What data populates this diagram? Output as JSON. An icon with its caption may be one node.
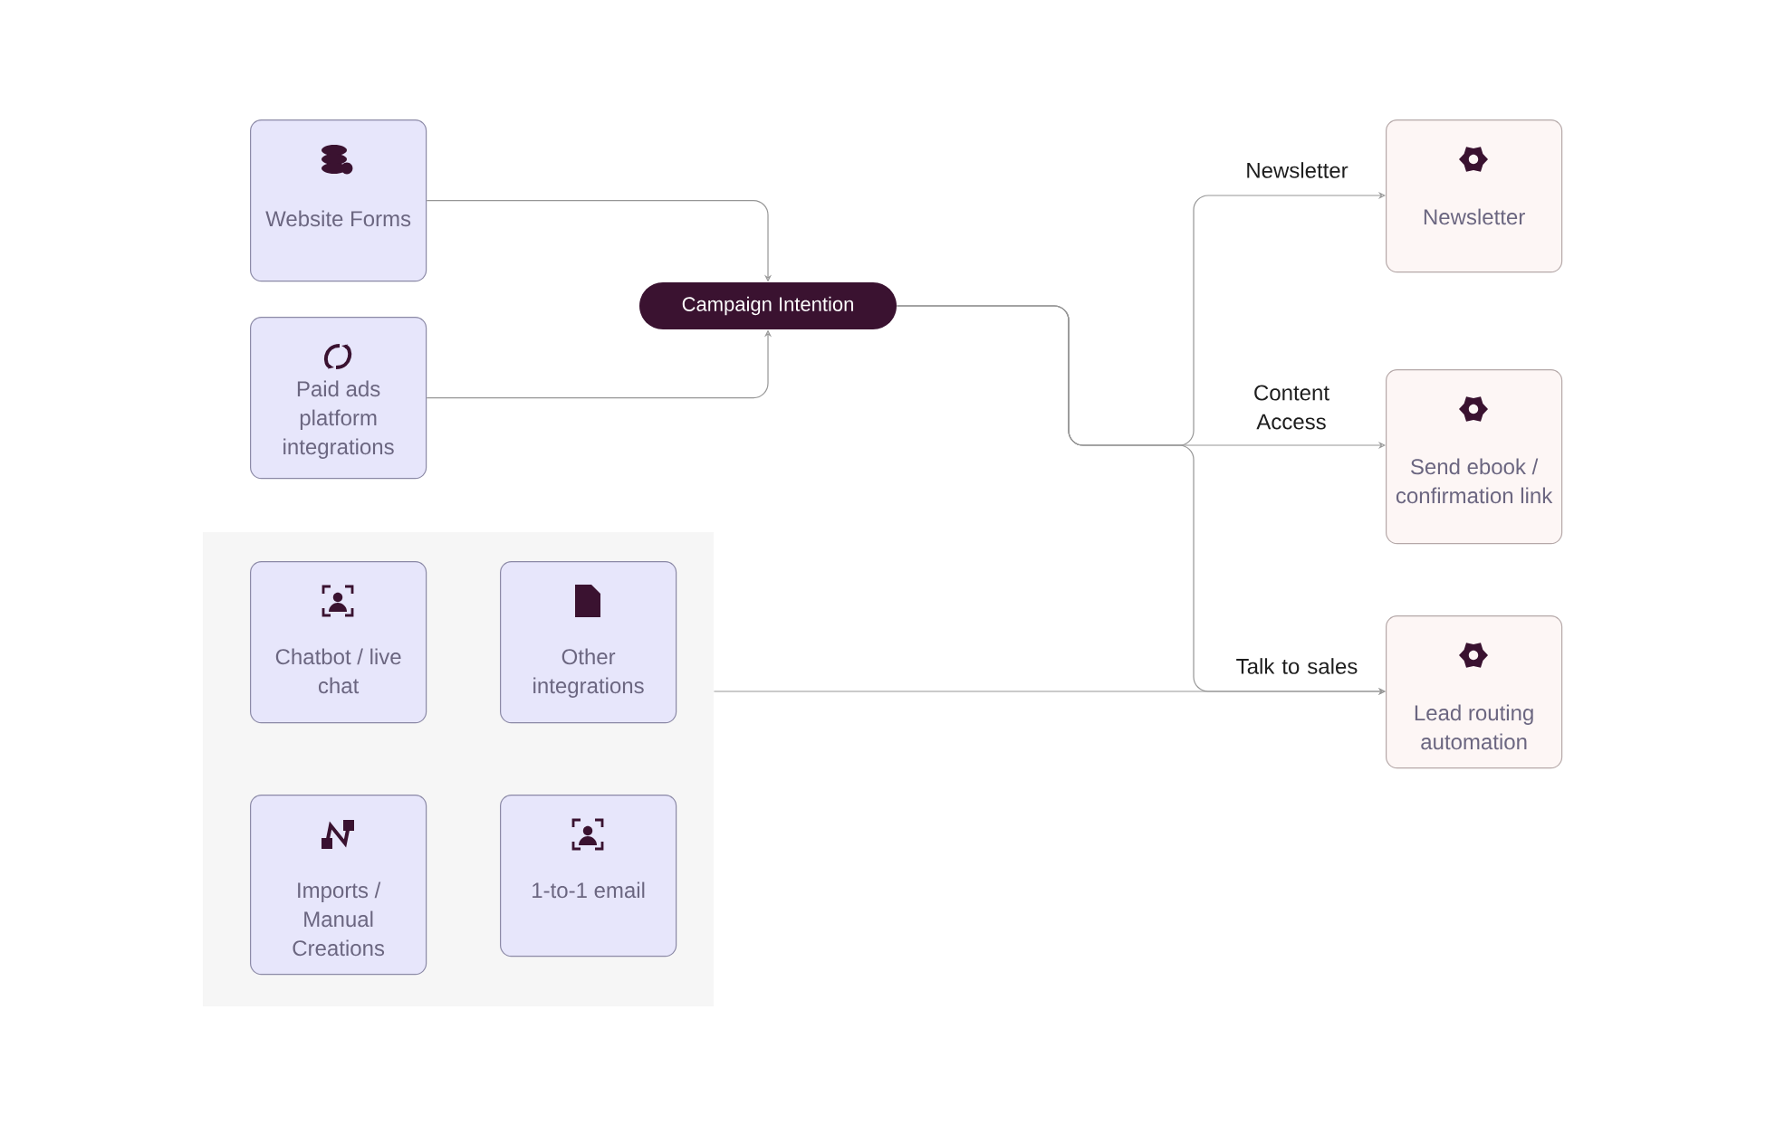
{
  "diagram": {
    "nodes": [
      {
        "text": [
          "Website Forms"
        ]
      },
      {
        "text": [
          "Paid ads platform integrations"
        ]
      },
      {
        "text": [
          "Campaign Intention"
        ]
      },
      {
        "text": [],
        "shape": "box"
      },
      {
        "text": [
          "Chatbot / live chat"
        ],
        "in": 3
      },
      {
        "text": [
          "Other integrations"
        ],
        "in": 3
      },
      {
        "text": [
          "Imports / Manual Creations"
        ],
        "in": 3
      },
      {
        "text": [
          "1-to-1 email"
        ],
        "in": 3
      },
      {
        "text": [
          "Newsletter"
        ]
      },
      {
        "text": [
          "Send ebook / confirmation link"
        ]
      },
      {
        "text": [
          "Lead routing automation"
        ]
      }
    ],
    "edges": [
      {
        "from": 0,
        "to": 2,
        "arrow": "to"
      },
      {
        "from": 1,
        "to": 2,
        "arrow": "to"
      },
      {
        "from": 2,
        "to": 8,
        "arrow": "to",
        "label": "Newsletter"
      },
      {
        "from": 2,
        "to": 9,
        "arrow": "to",
        "label": "Content Access"
      },
      {
        "from": 2,
        "to": 10,
        "arrow": "to",
        "label": "Talk to sales"
      },
      {
        "from": 3,
        "to": 10,
        "arrow": "to"
      }
    ]
  }
}
